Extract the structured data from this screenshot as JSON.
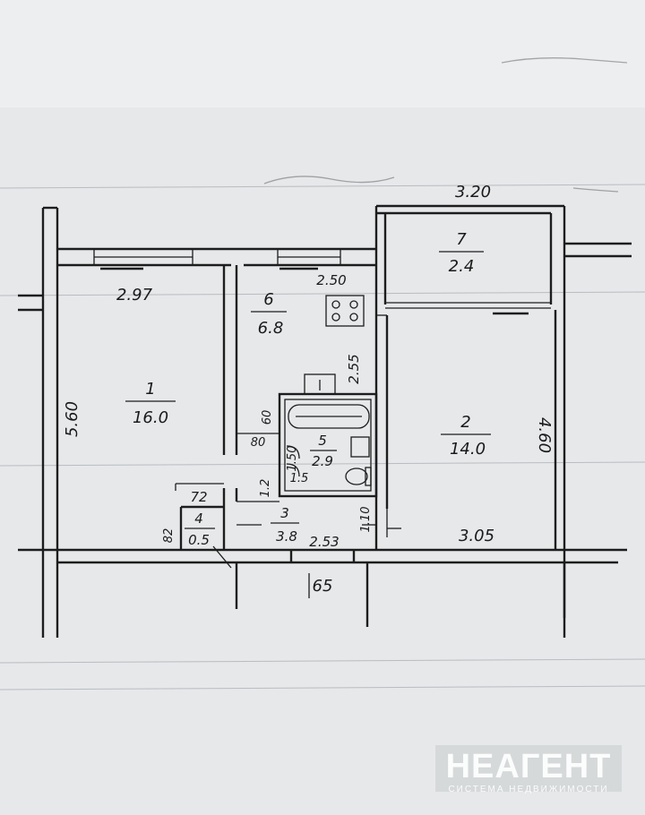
{
  "plan": {
    "rooms": [
      {
        "number": "1",
        "area": "16.0"
      },
      {
        "number": "2",
        "area": "14.0"
      },
      {
        "number": "3",
        "area": "3.8"
      },
      {
        "number": "4",
        "area": "0.5"
      },
      {
        "number": "5",
        "area": "2.9"
      },
      {
        "number": "6",
        "area": "6.8"
      },
      {
        "number": "7",
        "area": "2.4"
      }
    ],
    "dimensions": {
      "balcony_width": "3.20",
      "room1_width": "2.97",
      "room1_length": "5.60",
      "kitchen_width": "2.50",
      "kitchen_length": "2.55",
      "room2_width": "3.05",
      "room2_length": "4.60",
      "hall_width": "2.53",
      "bath_depth": "1.50",
      "bath_side_a": "1.5",
      "bath_side_b": "1.2",
      "bath_top": "60",
      "bath_left": "80",
      "closet_width": "72",
      "closet_depth": "82",
      "hall_side": "1.10",
      "entry_width": "65"
    }
  },
  "watermark": {
    "brand": "НЕАГЕНТ",
    "tagline": "СИСТЕМА НЕДВИЖИМОСТИ"
  }
}
